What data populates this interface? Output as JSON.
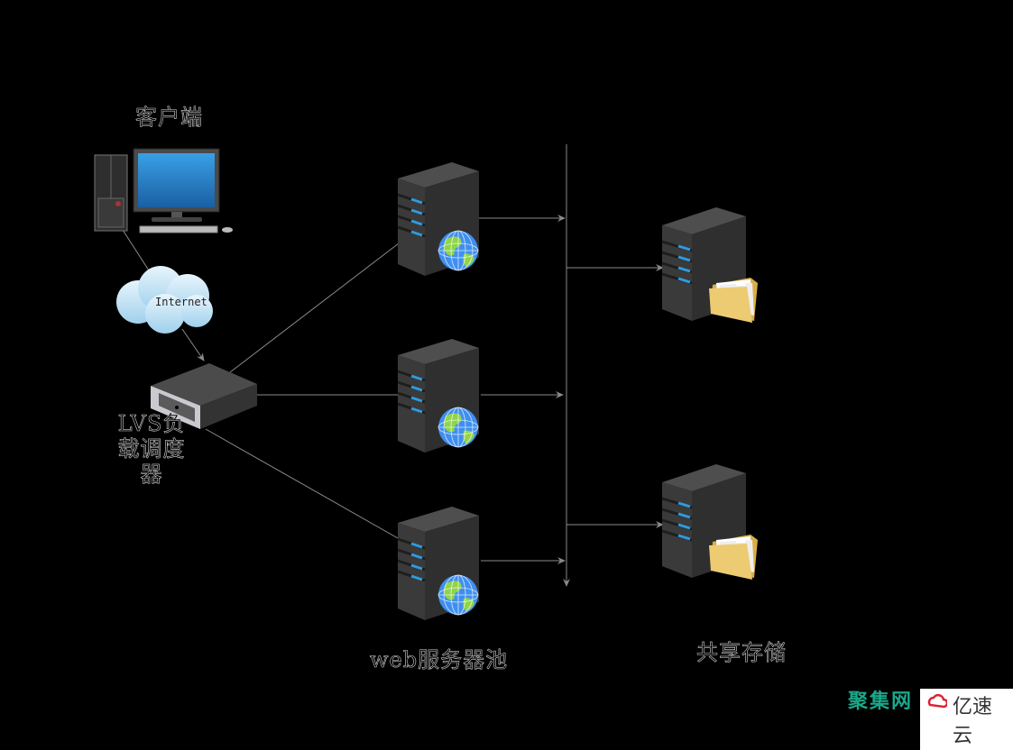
{
  "diagram": {
    "title": "LVS load-balanced web architecture",
    "nodes": {
      "client": {
        "label": "客户端",
        "icon": "desktop-computer-icon"
      },
      "internet": {
        "label": "Internet",
        "icon": "cloud-icon"
      },
      "lvs": {
        "label_line1": "LVS负",
        "label_line2": "载调度",
        "label_line3": "器",
        "icon": "load-balancer-icon"
      },
      "web_servers": [
        {
          "name": "web-server-1",
          "icon": "web-server-globe-icon"
        },
        {
          "name": "web-server-2",
          "icon": "web-server-globe-icon"
        },
        {
          "name": "web-server-3",
          "icon": "web-server-globe-icon"
        }
      ],
      "storage_servers": [
        {
          "name": "storage-server-1",
          "icon": "file-server-folder-icon"
        },
        {
          "name": "storage-server-2",
          "icon": "file-server-folder-icon"
        }
      ]
    },
    "group_labels": {
      "web_pool": "web服务器池",
      "shared_storage": "共享存储"
    },
    "edges": [
      [
        "client",
        "internet"
      ],
      [
        "internet",
        "lvs"
      ],
      [
        "lvs",
        "web-server-1"
      ],
      [
        "lvs",
        "web-server-2"
      ],
      [
        "lvs",
        "web-server-3"
      ],
      [
        "web-server-1",
        "bus"
      ],
      [
        "web-server-2",
        "bus"
      ],
      [
        "web-server-3",
        "bus"
      ],
      [
        "bus",
        "storage-server-1"
      ],
      [
        "bus",
        "storage-server-2"
      ]
    ],
    "colors": {
      "background": "#000000",
      "line": "#8a8a8a",
      "server_body": "#3c3c3c",
      "server_light": "#2f9be0",
      "screen": "#2a8ad4",
      "globe_ocean": "#3f8ff0",
      "globe_land": "#8fd44a",
      "folder": "#e6bf5c"
    }
  },
  "watermark": {
    "left_text": "聚集网",
    "right_text": "亿速云"
  }
}
